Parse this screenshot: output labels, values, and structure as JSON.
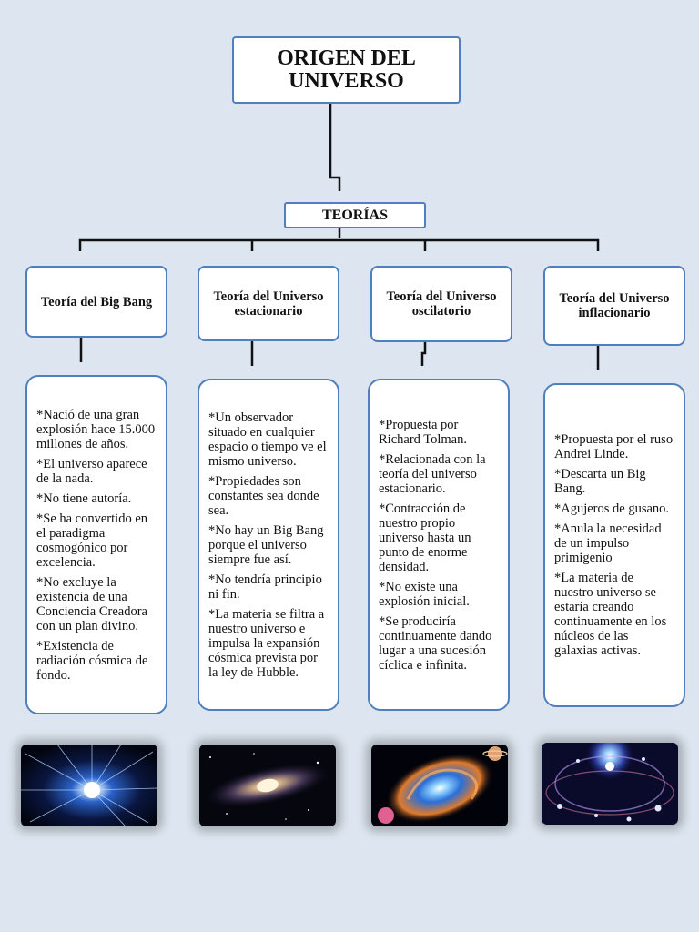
{
  "title": "ORIGEN DEL UNIVERSO",
  "category": "TEORÍAS",
  "theories": [
    {
      "name": "Teoría del Big Bang",
      "points": [
        "*Nació de una gran explosión hace 15.000 millones de años.",
        "*El universo aparece de la nada.",
        "*No tiene autoría.",
        "*Se ha convertido en el paradigma cosmogónico por excelencia.",
        "*No excluye la existencia de una Conciencia Creadora con un plan divino.",
        "*Existencia de radiación cósmica de fondo."
      ],
      "image": "bright-star-burst"
    },
    {
      "name": "Teoría del Universo estacionario",
      "points": [
        "*Un observador situado en cualquier espacio o tiempo ve el mismo universo.",
        "*Propiedades son constantes sea donde sea.",
        "*No hay un Big Bang porque el universo siempre fue así.",
        "*No tendría principio ni fin.",
        "*La materia se filtra a nuestro universo e impulsa la expansión cósmica prevista por la ley de Hubble."
      ],
      "image": "spiral-galaxy-edge"
    },
    {
      "name": "Teoría del Universo oscilatorio",
      "points": [
        "*Propuesta por Richard Tolman.",
        "*Relacionada con la teoría del universo estacionario.",
        "*Contracción de nuestro propio universo hasta un punto de enorme densidad.",
        "*No existe una explosión inicial.",
        "*Se produciría continuamente dando lugar a una sucesión cíclica e infinita."
      ],
      "image": "spiral-galaxy-planets"
    },
    {
      "name": "Teoría del Universo inflacionario",
      "points": [
        "*Propuesta por el ruso Andrei Linde.",
        "*Descarta un Big Bang.",
        "*Agujeros de gusano.",
        "*Anula la necesidad de un impulso primigenio",
        "*La materia de nuestro universo se estaría creando continuamente en los núcleos de las galaxias activas."
      ],
      "image": "cosmic-web-galaxies"
    }
  ],
  "colors": {
    "background": "#dde6f0",
    "box_border": "#4f7fbf",
    "connector": "#000000"
  }
}
